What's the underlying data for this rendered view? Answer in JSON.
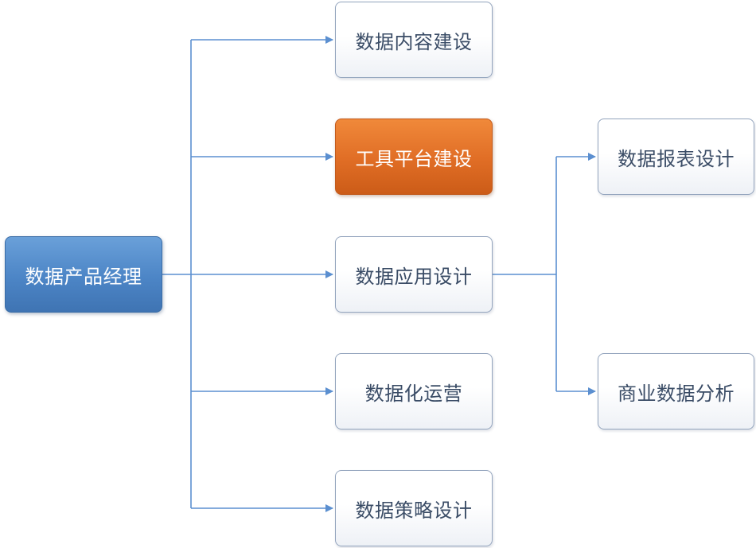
{
  "diagram": {
    "root": {
      "label": "数据产品经理"
    },
    "branches": [
      {
        "label": "数据内容建设"
      },
      {
        "label": "工具平台建设"
      },
      {
        "label": "数据应用设计"
      },
      {
        "label": "数据化运营"
      },
      {
        "label": "数据策略设计"
      }
    ],
    "sub_branches": [
      {
        "label": "数据报表设计"
      },
      {
        "label": "商业数据分析"
      }
    ]
  },
  "colors": {
    "root_fill": "#4f88c8",
    "accent_fill": "#e26f27",
    "connector": "#5b8fd0",
    "node_text": "#3a4c66"
  }
}
